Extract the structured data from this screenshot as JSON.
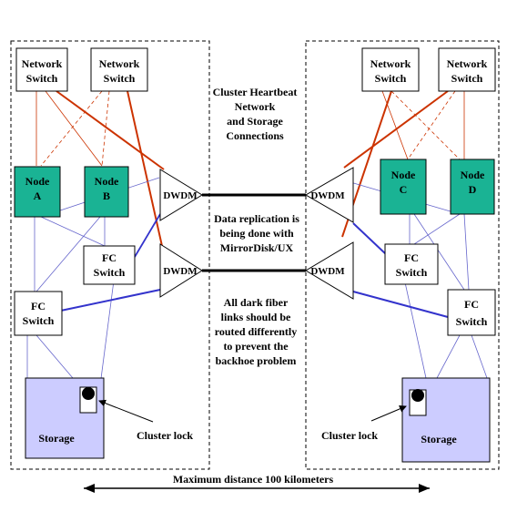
{
  "switches": {
    "network_switch_line1": "Network",
    "network_switch_line2": "Switch",
    "fc_switch_line1": "FC",
    "fc_switch_line2": "Switch"
  },
  "nodes": [
    {
      "line1": "Node",
      "line2": "A"
    },
    {
      "line1": "Node",
      "line2": "B"
    },
    {
      "line1": "Node",
      "line2": "C"
    },
    {
      "line1": "Node",
      "line2": "D"
    }
  ],
  "dwdm_label": "DWDM",
  "storage_label": "Storage",
  "cluster_lock_label": "Cluster lock",
  "notes": {
    "heartbeat": [
      "Cluster Heartbeat",
      "Network",
      "and Storage",
      "Connections"
    ],
    "replication": [
      "Data replication is",
      "being done with",
      "MirrorDisk/UX"
    ],
    "dark_fiber": [
      "All dark fiber",
      "links should be",
      "routed differently",
      "to prevent the",
      "backhoe problem"
    ]
  },
  "distance_label": "Maximum distance 100 kilometers",
  "colors": {
    "node_fill": "#1ab394",
    "storage_fill": "#ccccff",
    "heartbeat_line": "#cc3300",
    "storage_line": "#3333cc",
    "thin_blue_line": "#6666cc"
  }
}
